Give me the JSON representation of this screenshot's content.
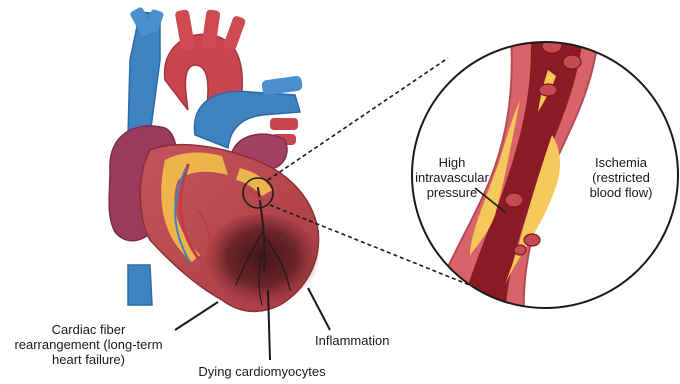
{
  "labels": {
    "high_pressure": [
      "High",
      "intravascular",
      "pressure"
    ],
    "ischemia": [
      "Ischemia",
      "(restricted",
      "blood flow)"
    ],
    "cardiac_fiber": [
      "Cardiac fiber",
      "rearrangement (long-term",
      "heart failure)"
    ],
    "dying": "Dying cardiomyocytes",
    "inflammation": "Inflammation"
  },
  "colors": {
    "myocardium": "#b5464d",
    "atrium": "#9b3b5e",
    "aorta": "#c8454d",
    "vena": "#3f82c0",
    "fat": "#f2c04a",
    "vessel_lumen": "#8a1b24",
    "vessel_wall": "#d8646a",
    "plaque": "#f4c85a",
    "rbc": "#c64a52",
    "infarct": "#4a1a1d"
  }
}
